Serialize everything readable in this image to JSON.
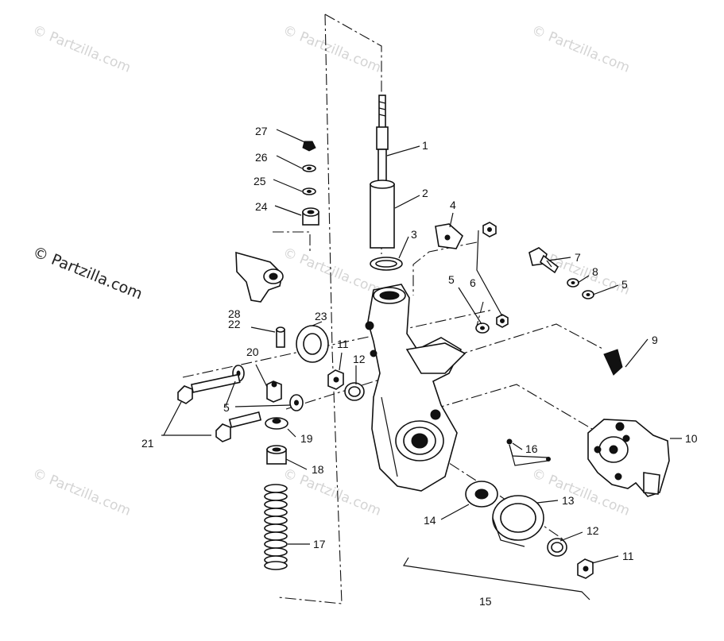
{
  "watermark": {
    "text": "© Partzilla.com",
    "side_text": "© Partzilla.com"
  },
  "callouts": {
    "c1": "1",
    "c2": "2",
    "c3": "3",
    "c4": "4",
    "c5a": "5",
    "c5b": "5",
    "c5c": "5",
    "c6": "6",
    "c7": "7",
    "c8": "8",
    "c9": "9",
    "c10": "10",
    "c11a": "11",
    "c11b": "11",
    "c12a": "12",
    "c12b": "12",
    "c13": "13",
    "c14": "14",
    "c15": "15",
    "c16": "16",
    "c17": "17",
    "c18": "18",
    "c19": "19",
    "c20": "20",
    "c21": "21",
    "c22": "22",
    "c23": "23",
    "c24": "24",
    "c25": "25",
    "c26": "26",
    "c27": "27",
    "c28": "28"
  }
}
